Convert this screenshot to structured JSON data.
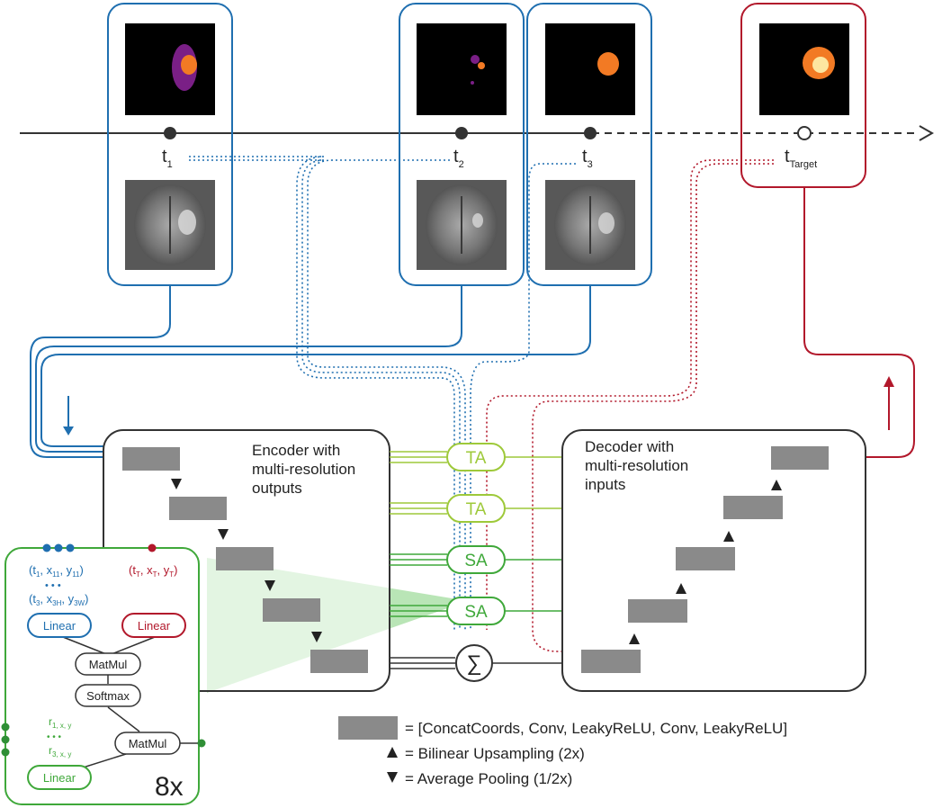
{
  "timeline": {
    "labels": {
      "t1_main": "t",
      "t1_sub": "1",
      "t2_main": "t",
      "t2_sub": "2",
      "t3_main": "t",
      "t3_sub": "3",
      "tt_main": "t",
      "tt_sub": "Target"
    }
  },
  "encoder": {
    "title_line1": "Encoder with",
    "title_line2": "multi-resolution",
    "title_line3": "outputs"
  },
  "decoder": {
    "title_line1": "Decoder with",
    "title_line2": "multi-resolution",
    "title_line3": "inputs"
  },
  "attention_nodes": [
    "TA",
    "TA",
    "SA",
    "SA"
  ],
  "sum_symbol": "∑",
  "detail": {
    "query_top": {
      "t": "(t",
      "s1": "1",
      "comma1": ", x",
      "s2": "11",
      "comma2": ", y",
      "s3": "11",
      "close": ")"
    },
    "dots": "• • •",
    "query_bottom": {
      "t": "(t",
      "s1": "3",
      "comma1": ", x",
      "s2": "3H",
      "comma2": ", y",
      "s3": "3W",
      "close": ")"
    },
    "target": {
      "t": "(t",
      "s1": "T",
      "comma1": ", x",
      "s2": "T",
      "comma2": ", y",
      "s3": "T",
      "close": ")"
    },
    "linear_blue": "Linear",
    "linear_red": "Linear",
    "matmul_top": "MatMul",
    "softmax": "Softmax",
    "matmul_bottom": "MatMul",
    "r_top_main": "r",
    "r_top_sub": "1, x, y",
    "r_bottom_main": "r",
    "r_bottom_sub": "3, x, y",
    "linear_green": "Linear",
    "repeat": "8x"
  },
  "legend": {
    "block": "= [ConcatCoords, Conv, LeakyReLU, Conv, LeakyReLU]",
    "up": "= Bilinear Upsampling (2x)",
    "down": "= Average Pooling (1/2x)"
  },
  "colors": {
    "blue": "#1f6fb0",
    "red": "#b2182b",
    "green_light": "#9ec93a",
    "green_dark": "#3fa83a",
    "block_gray": "#8a8a8a",
    "box_stroke": "#333333"
  }
}
